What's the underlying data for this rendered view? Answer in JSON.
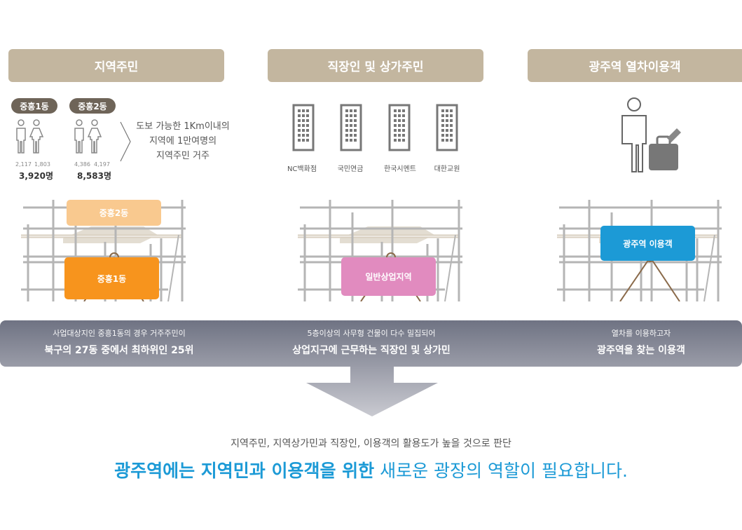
{
  "columns": [
    {
      "title": "지역주민"
    },
    {
      "title": "직장인 및 상가주민"
    },
    {
      "title": "광주역 열차이용객"
    }
  ],
  "residents": {
    "districts": [
      {
        "name": "중흥1동",
        "male": "2,117",
        "female": "1,803",
        "total": "3,920명"
      },
      {
        "name": "중흥2동",
        "male": "4,386",
        "female": "4,197",
        "total": "8,583명"
      }
    ],
    "description": [
      "도보 가능한 1Km이내의",
      "지역에 1만여명의",
      "지역주민 거주"
    ]
  },
  "buildings": [
    "NC백화점",
    "국민연금",
    "한국시멘트",
    "대한교원"
  ],
  "maps": {
    "col1_top": "중흥2동",
    "col1_bottom": "중흥1동",
    "col2_box": "일반상업지역",
    "col3_box": "광주역 이용객"
  },
  "colors": {
    "header": "#c3b69f",
    "orange_light": "#f9c98f",
    "orange": "#f7941d",
    "pink": "#e18bbf",
    "blue": "#1c9ad6"
  },
  "band": [
    {
      "sub": "사업대상지인 중흥1동의 경우 거주주민이",
      "main": "북구의 27동 중에서 최하위인 25위"
    },
    {
      "sub": "5층이상의 사무형 건물이 다수 밀집되어",
      "main": "상업지구에 근무하는 직장인 및 상가민"
    },
    {
      "sub": "열차를 이용하고자",
      "main": "광주역을 찾는 이용객"
    }
  ],
  "summary": {
    "line1": "지역주민, 지역상가민과 직장인, 이용객의 활용도가 높을 것으로 판단",
    "line2_bold": "광주역에는 지역민과 이용객을 위한",
    "line2_rest": " 새로운 광장의 역할이 필요합니다."
  }
}
